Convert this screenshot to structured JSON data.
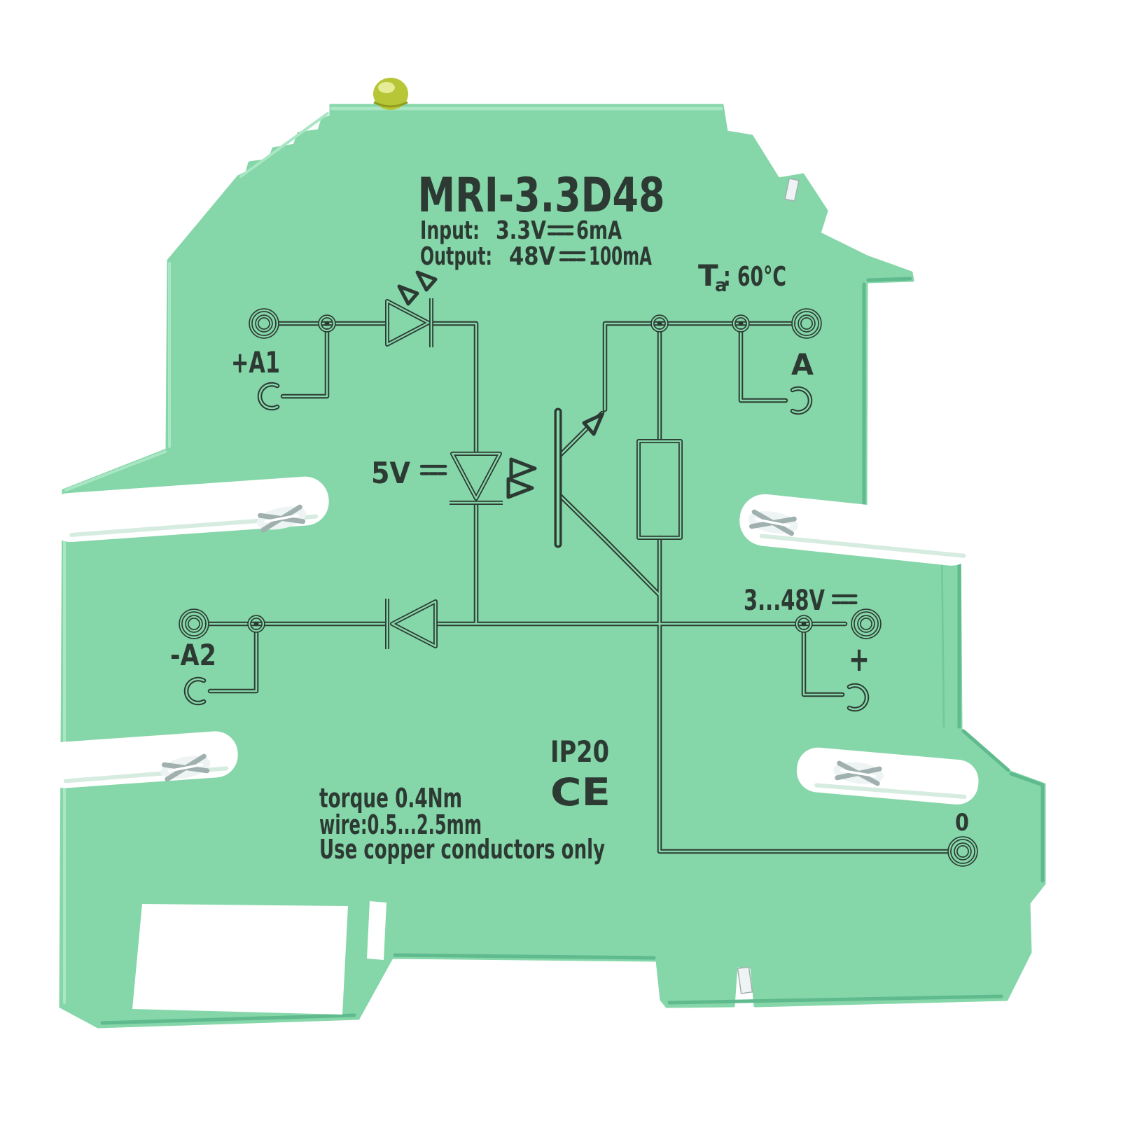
{
  "product": {
    "model": "MRI-3.3D48",
    "input_label": "Input:",
    "input_voltage": "3.3V",
    "input_current": "6mA",
    "output_label": "Output:",
    "output_voltage": "48V",
    "output_current": "100mA",
    "temperature_base": "T",
    "temperature_sub": "a",
    "temperature_value": ": 60°C",
    "ip_rating": "IP20",
    "ce_mark": "CE",
    "torque_note": "torque 0.4Nm",
    "wire_note": "wire:0.5...2.5mm",
    "copper_note": "Use copper conductors only"
  },
  "schematic_labels": {
    "input_positive": "+A1",
    "input_negative": "-A2",
    "output_a": "A",
    "output_positive": "+",
    "output_zero": "0",
    "led_voltage": "5V",
    "output_range": "3...48V"
  },
  "colors": {
    "bg": "#ffffff",
    "body": "#85d6a8",
    "body-light": "#a9e6c4",
    "body-shade": "#5fba8d",
    "ink": "#2c3a33",
    "led": "#b6c637",
    "led-hi": "#e9f0a0",
    "metal": "#eef4f4",
    "metal-dark": "#9fb0ae"
  }
}
